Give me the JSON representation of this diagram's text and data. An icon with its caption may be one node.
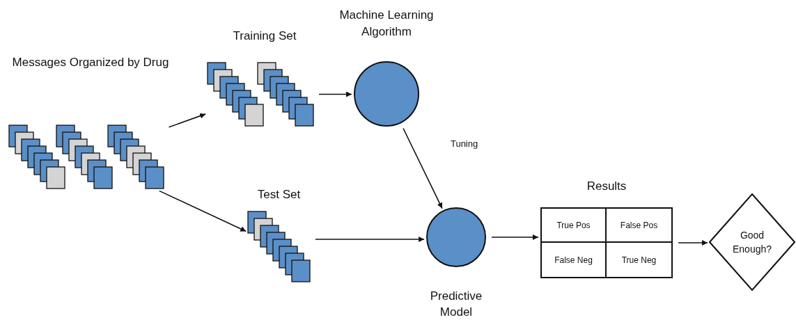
{
  "diagram": {
    "nodes": [
      {
        "text": [
          "Messages Organized by Drug"
        ]
      },
      {
        "text": [
          "Training Set"
        ]
      },
      {
        "text": [
          "Test Set"
        ]
      },
      {
        "text": [
          "Machine Learning Algorithm"
        ]
      },
      {
        "text": [
          "Predictive Model"
        ]
      },
      {
        "text": [
          "Results"
        ]
      },
      {
        "text": [
          "Good Enough?"
        ]
      }
    ],
    "edges": [
      {
        "from": 0,
        "to": 1,
        "arrow": "to"
      },
      {
        "from": 0,
        "to": 2,
        "arrow": "to"
      },
      {
        "from": 1,
        "to": 3,
        "arrow": "to"
      },
      {
        "from": 3,
        "to": 4,
        "label": "Tuning",
        "arrow": "to"
      },
      {
        "from": 2,
        "to": 4,
        "arrow": "to"
      },
      {
        "from": 4,
        "to": 5,
        "arrow": "to"
      },
      {
        "from": 5,
        "to": 6,
        "arrow": "to"
      }
    ],
    "labels": [
      "True Pos",
      "False Pos",
      "False Neg",
      "True Neg"
    ]
  }
}
